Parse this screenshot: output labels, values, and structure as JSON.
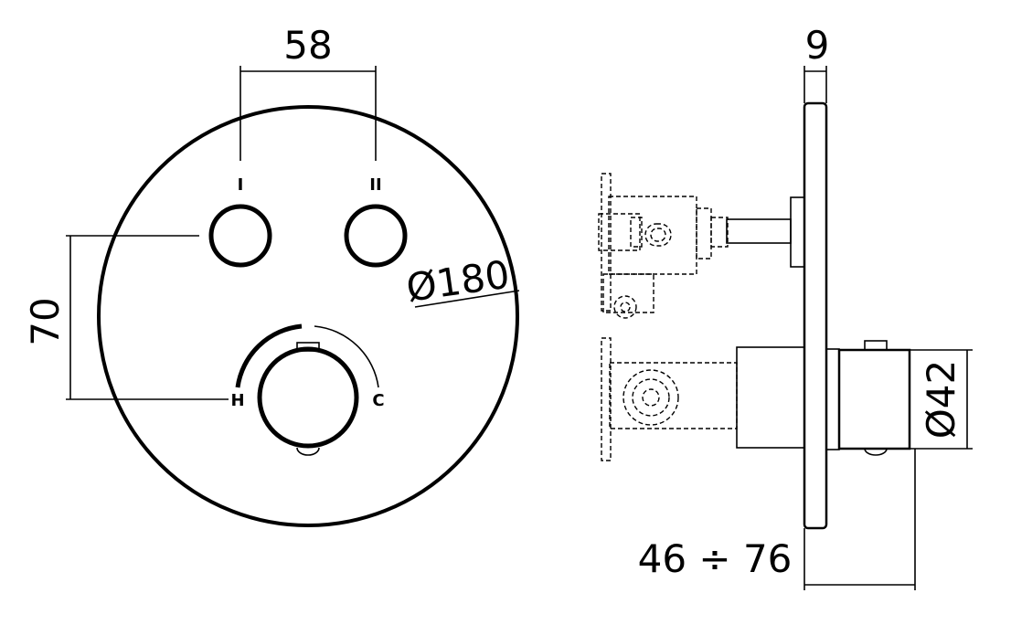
{
  "front_view": {
    "dim_width": "58",
    "dim_height": "70",
    "dim_diameter": "Ø180",
    "label_outlet_1": "I",
    "label_outlet_2": "II",
    "label_hot": "H",
    "label_cold": "C"
  },
  "side_view": {
    "dim_plate_thickness": "9",
    "dim_handle_diameter": "Ø42",
    "dim_depth_range": "46 ÷ 76"
  }
}
